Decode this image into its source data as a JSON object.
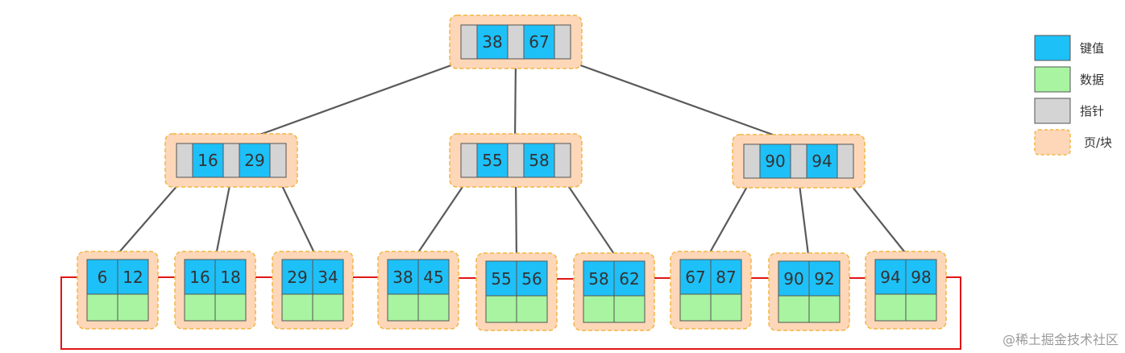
{
  "colors": {
    "key": "#1ec0f8",
    "data": "#a8f4a0",
    "pointer": "#d4d4d4",
    "page": "#fdd7b8",
    "page_border": "#f3b543",
    "arrow": "#5a5a5a",
    "leaf_link": "#e01515"
  },
  "tree": {
    "root": {
      "keys": [
        "38",
        "67"
      ]
    },
    "internal": [
      {
        "keys": [
          "16",
          "29"
        ]
      },
      {
        "keys": [
          "55",
          "58"
        ]
      },
      {
        "keys": [
          "90",
          "94"
        ]
      }
    ],
    "leaves": [
      {
        "keys": [
          "6",
          "12"
        ]
      },
      {
        "keys": [
          "16",
          "18"
        ]
      },
      {
        "keys": [
          "29",
          "34"
        ]
      },
      {
        "keys": [
          "38",
          "45"
        ]
      },
      {
        "keys": [
          "55",
          "56"
        ]
      },
      {
        "keys": [
          "58",
          "62"
        ]
      },
      {
        "keys": [
          "67",
          "87"
        ]
      },
      {
        "keys": [
          "90",
          "92"
        ]
      },
      {
        "keys": [
          "94",
          "98"
        ]
      }
    ]
  },
  "legend": [
    {
      "label": "键值",
      "type": "key",
      "icon": "key-swatch"
    },
    {
      "label": "数据",
      "type": "data",
      "icon": "data-swatch"
    },
    {
      "label": "指针",
      "type": "pointer",
      "icon": "pointer-swatch"
    },
    {
      "label": "页/块",
      "type": "page",
      "icon": "page-swatch"
    }
  ],
  "watermark": "@稀土掘金技术社区"
}
